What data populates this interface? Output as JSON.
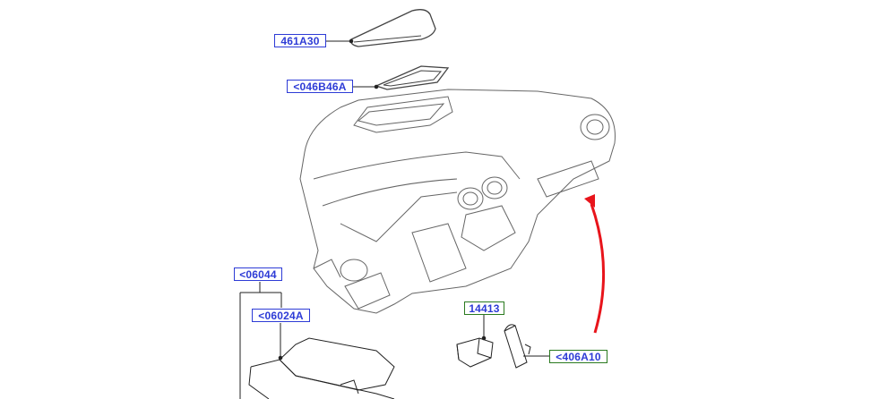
{
  "diagram": {
    "callouts": [
      {
        "id": "c1",
        "label": "461A30",
        "border": "#2d3bd6"
      },
      {
        "id": "c2",
        "label": "<046B46A",
        "border": "#2d3bd6"
      },
      {
        "id": "c3",
        "label": "<06044",
        "border": "#2d3bd6"
      },
      {
        "id": "c4",
        "label": "<06024A",
        "border": "#2d3bd6"
      },
      {
        "id": "c5",
        "label": "14413",
        "border": "#2a7a1f"
      },
      {
        "id": "c6",
        "label": "<406A10",
        "border": "#2a7a1f"
      }
    ],
    "arrow_color": "#e8141b",
    "text_color": "#2d3bd6"
  }
}
